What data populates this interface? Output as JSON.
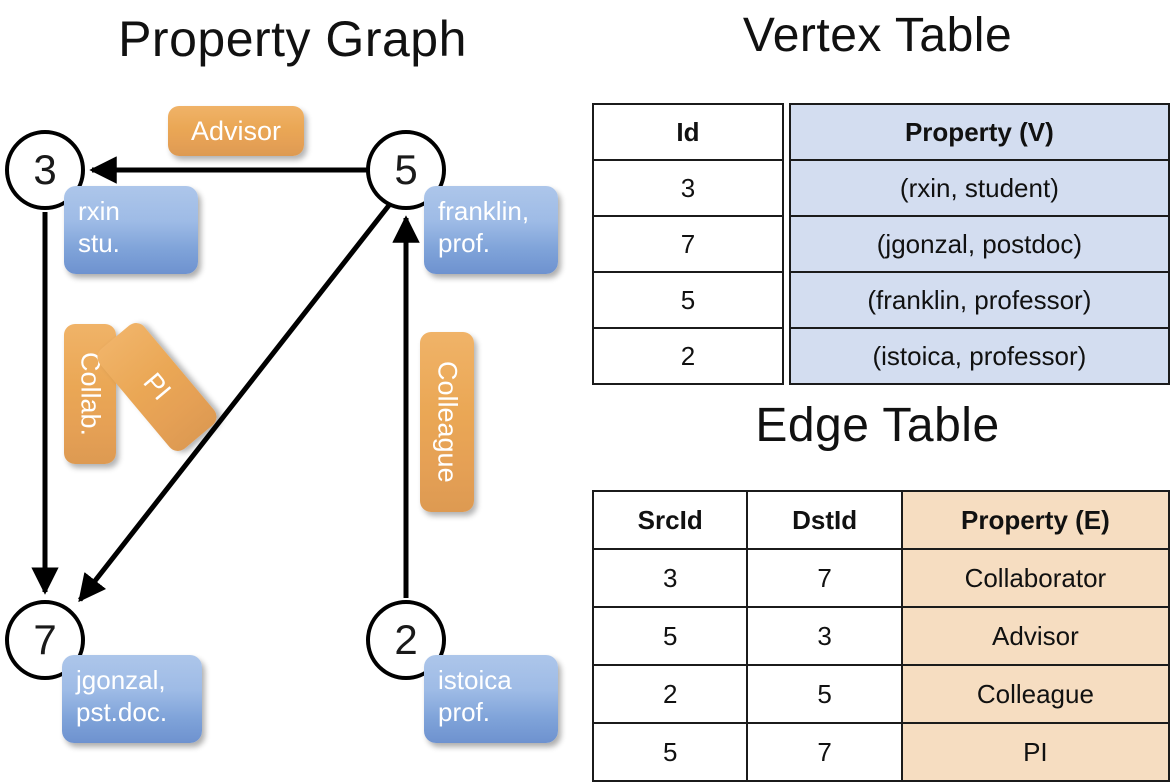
{
  "titles": {
    "property_graph": "Property Graph",
    "vertex_table": "Vertex Table",
    "edge_table": "Edge Table"
  },
  "colors": {
    "vertex_box_fill": "#7fa3d9",
    "edge_box_fill": "#eaa755",
    "vertex_table_property_fill": "#d3ddf0",
    "edge_table_property_fill": "#f6ddc1",
    "node_stroke": "#000000",
    "edge_line": "#000000"
  },
  "graph": {
    "nodes": [
      {
        "id": "3",
        "property_line1": "rxin",
        "property_line2": "stu."
      },
      {
        "id": "5",
        "property_line1": "franklin,",
        "property_line2": "prof."
      },
      {
        "id": "7",
        "property_line1": "jgonzal,",
        "property_line2": "pst.doc."
      },
      {
        "id": "2",
        "property_line1": "istoica",
        "property_line2": "prof."
      }
    ],
    "edge_labels": [
      {
        "name": "advisor",
        "label": "Advisor"
      },
      {
        "name": "collab",
        "label": "Collab."
      },
      {
        "name": "pi",
        "label": "PI"
      },
      {
        "name": "colleague",
        "label": "Colleague"
      }
    ]
  },
  "vertex_table": {
    "headers": {
      "id": "Id",
      "property": "Property (V)"
    },
    "rows": [
      {
        "id": "3",
        "property": "(rxin, student)"
      },
      {
        "id": "7",
        "property": "(jgonzal, postdoc)"
      },
      {
        "id": "5",
        "property": "(franklin, professor)"
      },
      {
        "id": "2",
        "property": "(istoica, professor)"
      }
    ]
  },
  "edge_table": {
    "headers": {
      "src": "SrcId",
      "dst": "DstId",
      "property": "Property (E)"
    },
    "rows": [
      {
        "src": "3",
        "dst": "7",
        "property": "Collaborator"
      },
      {
        "src": "5",
        "dst": "3",
        "property": "Advisor"
      },
      {
        "src": "2",
        "dst": "5",
        "property": "Colleague"
      },
      {
        "src": "5",
        "dst": "7",
        "property": "PI"
      }
    ]
  }
}
